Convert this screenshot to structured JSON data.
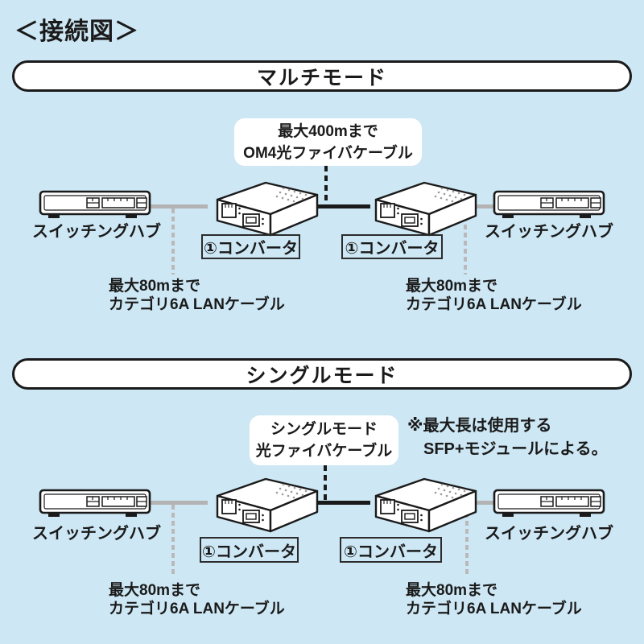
{
  "title": "＜接続図＞",
  "colors": {
    "background": "#cde7f4",
    "outline_black": "#1a1a1a",
    "lan_cable_gray": "#b3b3b3",
    "guide_dash_gray": "#b9b9b9",
    "panel_white": "#ffffff"
  },
  "sections": [
    {
      "header": "マルチモード",
      "callout": {
        "line1": "最大400mまで",
        "line2": "OM4光ファイバケーブル"
      },
      "left_hub_label": "スイッチングハブ",
      "right_hub_label": "スイッチングハブ",
      "left_converter_label": "①コンバータ",
      "right_converter_label": "①コンバータ",
      "left_cable_note": {
        "line1": "最大80mまで",
        "line2": "カテゴリ6A LANケーブル"
      },
      "right_cable_note": {
        "line1": "最大80mまで",
        "line2": "カテゴリ6A LANケーブル"
      }
    },
    {
      "header": "シングルモード",
      "callout": {
        "line1": "シングルモード",
        "line2": "光ファイバケーブル"
      },
      "footnote": {
        "line1": "※最大長は使用する",
        "line2": "SFP+モジュールによる。"
      },
      "left_hub_label": "スイッチングハブ",
      "right_hub_label": "スイッチングハブ",
      "left_converter_label": "①コンバータ",
      "right_converter_label": "①コンバータ",
      "left_cable_note": {
        "line1": "最大80mまで",
        "line2": "カテゴリ6A LANケーブル"
      },
      "right_cable_note": {
        "line1": "最大80mまで",
        "line2": "カテゴリ6A LANケーブル"
      }
    }
  ]
}
